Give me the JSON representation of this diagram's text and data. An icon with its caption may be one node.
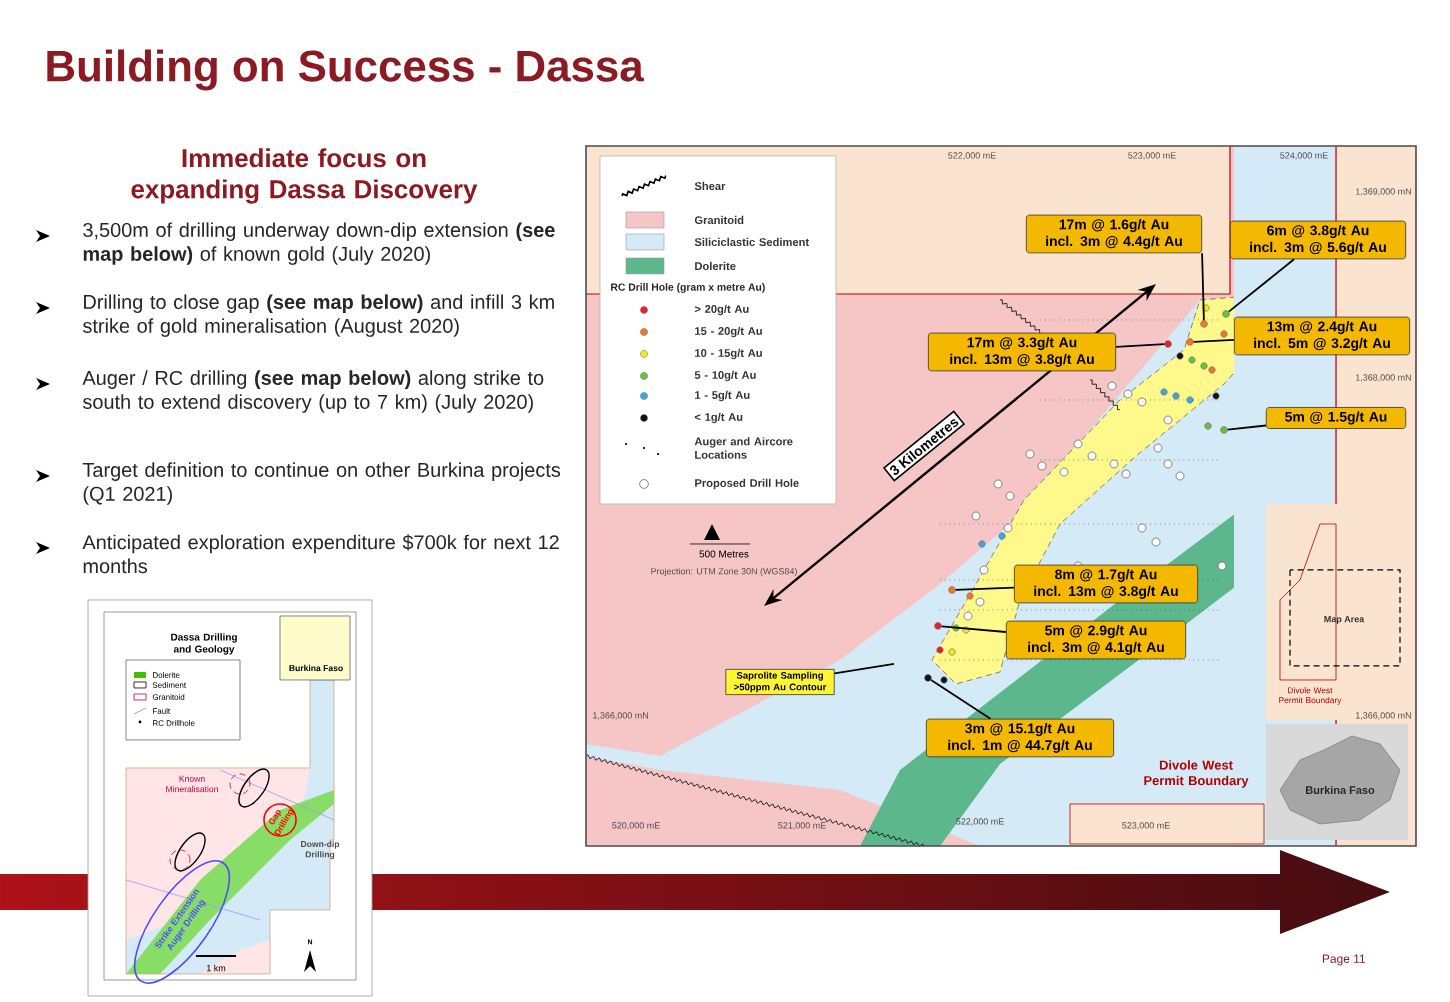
{
  "diagram": {
    "title": "Building on Success - Dassa",
    "nodes": [
      {
        "text": [
          "17m @ 1.6g/t Au",
          "incl. 3m @ 4.4g/t Au"
        ]
      },
      {
        "text": [
          "6m @ 3.8g/t Au",
          "incl. 3m @ 5.6g/t Au"
        ]
      },
      {
        "text": [
          "17m @ 3.3g/t Au",
          "incl. 13m @ 3.8g/t Au"
        ]
      },
      {
        "text": [
          "13m @ 2.4g/t Au",
          "incl. 5m @ 3.2g/t Au"
        ]
      },
      {
        "text": [
          "5m @ 1.5g/t Au"
        ]
      },
      {
        "text": [
          "8m @ 1.7g/t Au",
          "incl. 13m @ 3.8g/t Au"
        ]
      },
      {
        "text": [
          "5m @ 2.9g/t Au",
          "incl. 3m @ 4.1g/t Au"
        ]
      },
      {
        "text": [
          "Saprolite Sampling >50ppm Au Contour"
        ]
      },
      {
        "text": [
          "3m @ 15.1g/t Au",
          "incl. 1m @ 44.7g/t Au"
        ]
      },
      {
        "text": [],
        "shape": "circle"
      },
      {
        "text": [],
        "shape": "circle"
      },
      {
        "text": [],
        "shape": "circle"
      },
      {
        "text": [],
        "shape": "circle"
      },
      {
        "text": [],
        "shape": "circle"
      },
      {
        "text": [],
        "shape": "circle"
      },
      {
        "text": [],
        "shape": "circle"
      },
      {
        "text": [],
        "shape": "circle"
      }
    ],
    "edges": [
      {
        "from": 0,
        "to": 9,
        "arrow": "none"
      },
      {
        "from": 1,
        "to": 10,
        "arrow": "none"
      },
      {
        "from": 2,
        "to": 11,
        "arrow": "none"
      },
      {
        "from": 3,
        "to": 12,
        "arrow": "none"
      },
      {
        "from": 4,
        "to": 13,
        "arrow": "none"
      },
      {
        "from": 5,
        "to": 14,
        "arrow": "none"
      },
      {
        "from": 6,
        "to": 15,
        "arrow": "none"
      },
      {
        "from": 7,
        "to": null,
        "arrow": "none"
      },
      {
        "from": 8,
        "to": 16,
        "arrow": "none"
      }
    ],
    "labels": [
      "Immediate focus on expanding Dassa Discovery",
      "3,500m of drilling underway down-dip extension **(see map below)** of known gold (July 2020)",
      "Drilling to close gap **(see map below)** and infill 3 km strike of gold mineralisation (August 2020)",
      "Auger / RC drilling **(see map below)** along strike to south to extend discovery (up to 7 km) (July 2020)",
      "Target definition to continue on other Burkina projects (Q1 2021)",
      "Anticipated exploration expenditure $700k for next 12 months",
      "RC Drill Hole (gram x metre Au)",
      "522,000 mE",
      "523,000 mE",
      "524,000 mE",
      "1,369,000 mN",
      "1,368,000 mN",
      "3 Kilometres",
      "500 Metres",
      "Projection: UTM Zone 30N (WGS84)",
      "Map Area",
      "Divole West Permit Boundary",
      "1,366,000 mN",
      "1,366,000 mN",
      "Divole West Permit Boundary",
      "Burkina Faso",
      "520,000 mE",
      "521,000 mE",
      "522,000 mE",
      "523,000 mE",
      "Dassa Drilling and Geology",
      "Burkina Faso",
      "Dolerite",
      "Sediment",
      "Granitoid",
      "Fault",
      "RC Drillhole",
      "Known Mineralisation",
      "Gap Drilling",
      "Down-dip Drilling",
      "Strike Extension Auger Drilling",
      "1 km",
      "N",
      "Page 11"
    ],
    "legend": [
      {
        "text": "Shear"
      },
      {
        "text": "Granitoid",
        "color": "#f6c6c6"
      },
      {
        "text": "Siliciclastic Sediment",
        "color": "#d4eaf7"
      },
      {
        "text": "Dolerite",
        "color": "#5cb88c"
      },
      {
        "text": "> 20g/t Au",
        "color": "#e8202a"
      },
      {
        "text": "15 - 20g/t Au",
        "color": "#f07820"
      },
      {
        "text": "10 - 15g/t Au",
        "color": "#f4e81c"
      },
      {
        "text": "5 - 10g/t Au",
        "color": "#6cbe3c"
      },
      {
        "text": "1 - 5g/t Au",
        "color": "#38a8e0"
      },
      {
        "text": "< 1g/t Au",
        "color": "#111111"
      },
      {
        "text": "Auger and Aircore Locations"
      },
      {
        "text": "Proposed Drill Hole"
      }
    ]
  }
}
